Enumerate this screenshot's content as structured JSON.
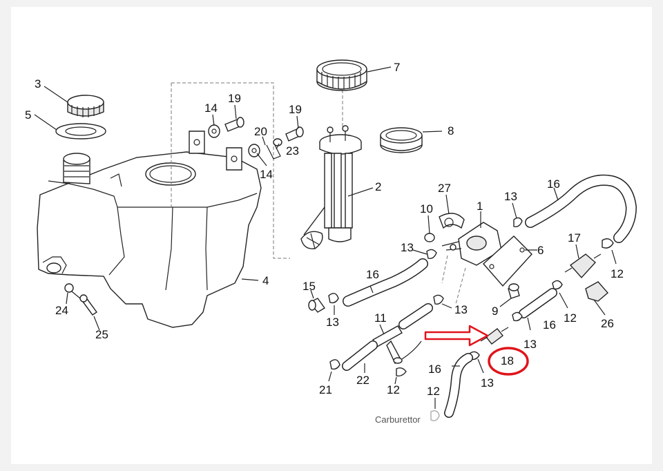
{
  "diagram": {
    "callouts": [
      {
        "id": "c3",
        "text": "3"
      },
      {
        "id": "c5",
        "text": "5"
      },
      {
        "id": "c14a",
        "text": "14"
      },
      {
        "id": "c19a",
        "text": "19"
      },
      {
        "id": "c19b",
        "text": "19"
      },
      {
        "id": "c20",
        "text": "20"
      },
      {
        "id": "c23",
        "text": "23"
      },
      {
        "id": "c14b",
        "text": "14"
      },
      {
        "id": "c7",
        "text": "7"
      },
      {
        "id": "c8",
        "text": "8"
      },
      {
        "id": "c2",
        "text": "2"
      },
      {
        "id": "c4",
        "text": "4"
      },
      {
        "id": "c24",
        "text": "24"
      },
      {
        "id": "c25",
        "text": "25"
      },
      {
        "id": "c27",
        "text": "27"
      },
      {
        "id": "c10",
        "text": "10"
      },
      {
        "id": "c1",
        "text": "1"
      },
      {
        "id": "c13a",
        "text": "13"
      },
      {
        "id": "c16a",
        "text": "16"
      },
      {
        "id": "c6",
        "text": "6"
      },
      {
        "id": "c17",
        "text": "17"
      },
      {
        "id": "c12a",
        "text": "12"
      },
      {
        "id": "c13b",
        "text": "13"
      },
      {
        "id": "c16b",
        "text": "16"
      },
      {
        "id": "c15",
        "text": "15"
      },
      {
        "id": "c13c",
        "text": "13"
      },
      {
        "id": "c9",
        "text": "9"
      },
      {
        "id": "c13d",
        "text": "13"
      },
      {
        "id": "c16c",
        "text": "16"
      },
      {
        "id": "c12b",
        "text": "12"
      },
      {
        "id": "c26",
        "text": "26"
      },
      {
        "id": "c11",
        "text": "11"
      },
      {
        "id": "c13e",
        "text": "13"
      },
      {
        "id": "c18",
        "text": "18"
      },
      {
        "id": "c21",
        "text": "21"
      },
      {
        "id": "c22",
        "text": "22"
      },
      {
        "id": "c12c",
        "text": "12"
      },
      {
        "id": "c16d",
        "text": "16"
      },
      {
        "id": "c13f",
        "text": "13"
      },
      {
        "id": "c12d",
        "text": "12"
      }
    ],
    "carburettor_label": "Carburettor",
    "highlight": {
      "part": "18",
      "color": "#e0141b"
    }
  }
}
